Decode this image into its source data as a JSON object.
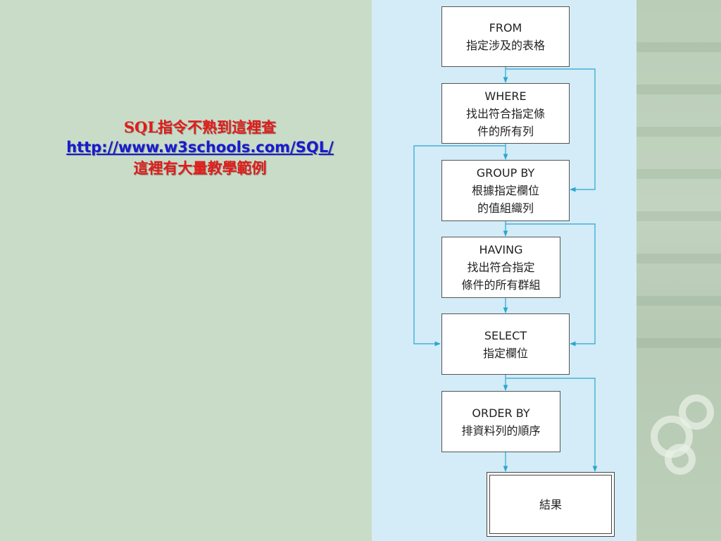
{
  "note": {
    "line1": "SQL指令不熟到這裡查",
    "link": "http://www.w3schools.com/SQL/",
    "line3": "這裡有大量教學範例"
  },
  "flow": {
    "from": {
      "keyword": "FROM",
      "desc1": "指定涉及的表格"
    },
    "where": {
      "keyword": "WHERE",
      "desc1": "找出符合指定條",
      "desc2": "件的所有列"
    },
    "groupby": {
      "keyword": "GROUP BY",
      "desc1": "根據指定欄位",
      "desc2": "的值組織列"
    },
    "having": {
      "keyword": "HAVING",
      "desc1": "找出符合指定",
      "desc2": "條件的所有群組"
    },
    "select": {
      "keyword": "SELECT",
      "desc1": "指定欄位"
    },
    "orderby": {
      "keyword": "ORDER BY",
      "desc1": "排資料列的順序"
    },
    "result": {
      "label": "結果"
    }
  },
  "colors": {
    "arrow": "#2aa6cf",
    "panel": "#d3ecf7",
    "slide": "#c8dcc8",
    "note_text": "#e41a1a",
    "link": "#1a1ad0"
  }
}
